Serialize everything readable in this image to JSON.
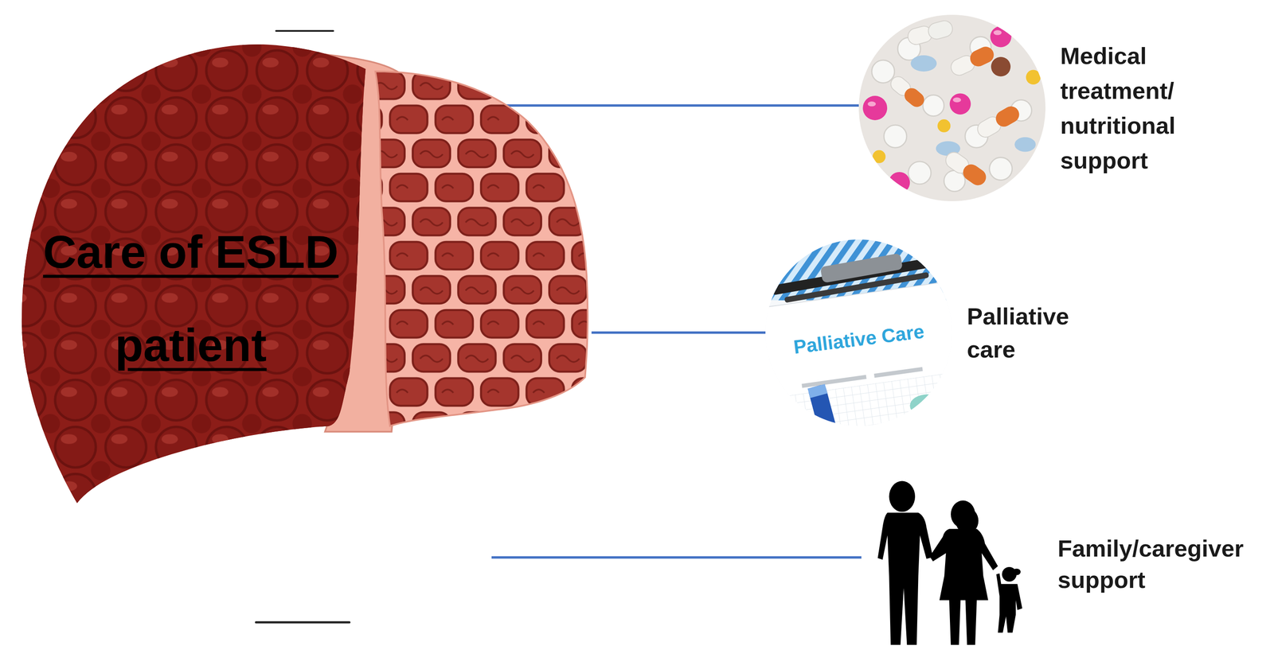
{
  "diagram": {
    "nodes": [
      {
        "text": [
          "Care of ESLD patient"
        ]
      },
      {
        "text": [
          "Medical treatment/ nutritional support"
        ]
      },
      {
        "text": [
          "Palliative care"
        ]
      },
      {
        "text": [
          "Family/caregiver support"
        ]
      }
    ],
    "edges": [
      {
        "from": 0,
        "to": 1,
        "arrow": "none"
      },
      {
        "from": 0,
        "to": 2,
        "arrow": "none"
      },
      {
        "from": 0,
        "to": 3,
        "arrow": "none"
      }
    ],
    "labels": [
      "Palliative Care"
    ]
  }
}
